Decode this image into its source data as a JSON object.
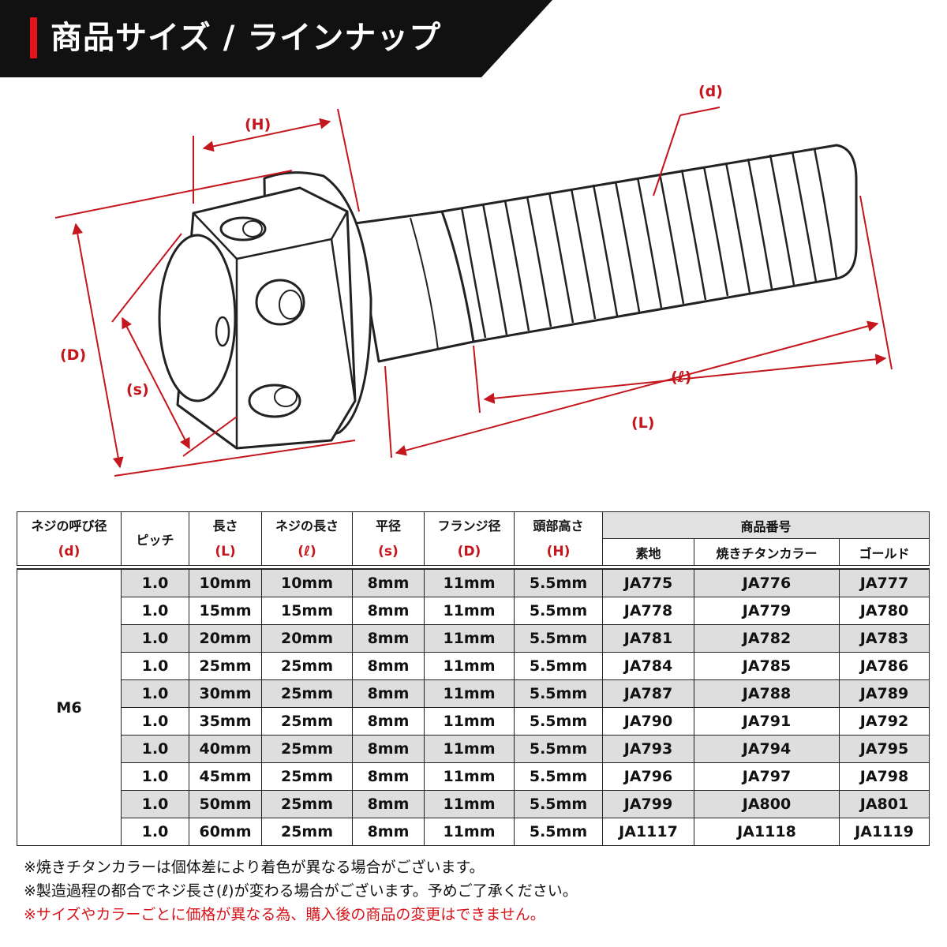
{
  "header": {
    "title": "商品サイズ / ラインナップ",
    "accent_color": "#e1141c",
    "bar_color": "#111111"
  },
  "diagram": {
    "labels": {
      "H": "(H)",
      "d": "(d)",
      "D": "(D)",
      "s": "(s)",
      "l": "(ℓ)",
      "L": "(L)"
    },
    "line_color": "#c4161c"
  },
  "table": {
    "headers": {
      "thread": "ネジの呼び径",
      "thread_sym": "(d)",
      "pitch": "ピッチ",
      "length": "長さ",
      "length_sym": "(L)",
      "thread_len": "ネジの長さ",
      "thread_len_sym": "(ℓ)",
      "flat": "平径",
      "flat_sym": "(s)",
      "flange": "フランジ径",
      "flange_sym": "(D)",
      "head": "頭部高さ",
      "head_sym": "(H)",
      "product_no": "商品番号",
      "raw": "素地",
      "burnt": "焼きチタンカラー",
      "gold": "ゴールド"
    },
    "size": "M6",
    "rows": [
      {
        "pitch": "1.0",
        "length": "10mm",
        "thread_len": "10mm",
        "flat": "8mm",
        "flange": "11mm",
        "head": "5.5mm",
        "raw": "JA775",
        "burnt": "JA776",
        "gold": "JA777"
      },
      {
        "pitch": "1.0",
        "length": "15mm",
        "thread_len": "15mm",
        "flat": "8mm",
        "flange": "11mm",
        "head": "5.5mm",
        "raw": "JA778",
        "burnt": "JA779",
        "gold": "JA780"
      },
      {
        "pitch": "1.0",
        "length": "20mm",
        "thread_len": "20mm",
        "flat": "8mm",
        "flange": "11mm",
        "head": "5.5mm",
        "raw": "JA781",
        "burnt": "JA782",
        "gold": "JA783"
      },
      {
        "pitch": "1.0",
        "length": "25mm",
        "thread_len": "25mm",
        "flat": "8mm",
        "flange": "11mm",
        "head": "5.5mm",
        "raw": "JA784",
        "burnt": "JA785",
        "gold": "JA786"
      },
      {
        "pitch": "1.0",
        "length": "30mm",
        "thread_len": "25mm",
        "flat": "8mm",
        "flange": "11mm",
        "head": "5.5mm",
        "raw": "JA787",
        "burnt": "JA788",
        "gold": "JA789"
      },
      {
        "pitch": "1.0",
        "length": "35mm",
        "thread_len": "25mm",
        "flat": "8mm",
        "flange": "11mm",
        "head": "5.5mm",
        "raw": "JA790",
        "burnt": "JA791",
        "gold": "JA792"
      },
      {
        "pitch": "1.0",
        "length": "40mm",
        "thread_len": "25mm",
        "flat": "8mm",
        "flange": "11mm",
        "head": "5.5mm",
        "raw": "JA793",
        "burnt": "JA794",
        "gold": "JA795"
      },
      {
        "pitch": "1.0",
        "length": "45mm",
        "thread_len": "25mm",
        "flat": "8mm",
        "flange": "11mm",
        "head": "5.5mm",
        "raw": "JA796",
        "burnt": "JA797",
        "gold": "JA798"
      },
      {
        "pitch": "1.0",
        "length": "50mm",
        "thread_len": "25mm",
        "flat": "8mm",
        "flange": "11mm",
        "head": "5.5mm",
        "raw": "JA799",
        "burnt": "JA800",
        "gold": "JA801"
      },
      {
        "pitch": "1.0",
        "length": "60mm",
        "thread_len": "25mm",
        "flat": "8mm",
        "flange": "11mm",
        "head": "5.5mm",
        "raw": "JA1117",
        "burnt": "JA1118",
        "gold": "JA1119"
      }
    ]
  },
  "notes": [
    {
      "text": "※焼きチタンカラーは個体差により着色が異なる場合がございます。",
      "color": "#111111"
    },
    {
      "text": "※製造過程の都合でネジ長さ(ℓ)が変わる場合がございます。予めご了承ください。",
      "color": "#111111"
    },
    {
      "text": "※サイズやカラーごとに価格が異なる為、購入後の商品の変更はできません。",
      "color": "#d4141a"
    }
  ]
}
